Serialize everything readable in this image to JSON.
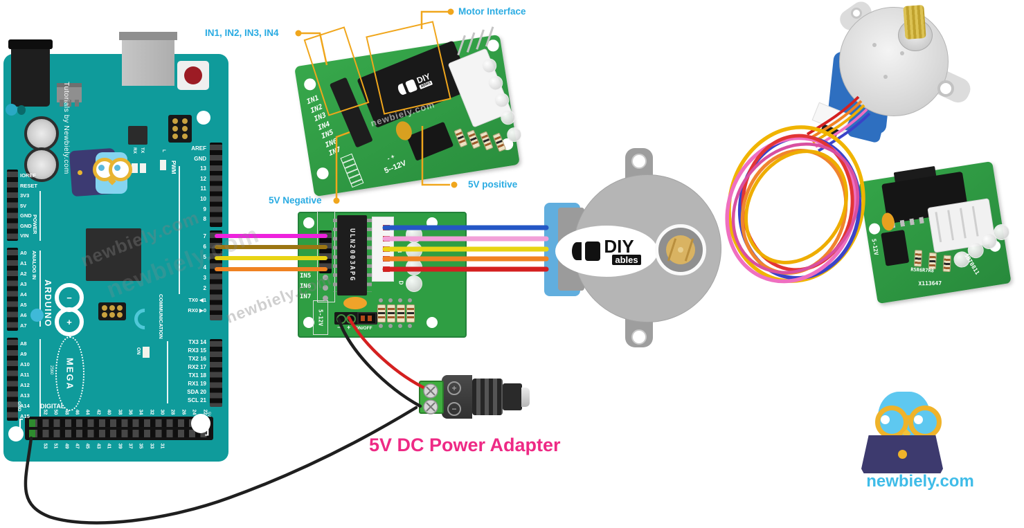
{
  "annotations": {
    "in_pins_label": "IN1, IN2, IN3, IN4",
    "motor_interface_label": "Motor Interface",
    "five_v_negative_label": "5V Negative",
    "five_v_positive_label": "5V positive",
    "power_adapter_label": "5V DC Power Adapter"
  },
  "watermark_text": "newbiely.com",
  "site_logo_text": "newbiely.com",
  "arduino": {
    "tutorials_text": "Tutorials by Newbiely.com",
    "brand": "ARDUINO",
    "trademark": "™",
    "model": "MEGA",
    "chip_number": "2560",
    "minus": "−",
    "plus": "+",
    "tx": "TX",
    "rx": "RX",
    "l": "L",
    "on": "ON",
    "pwm": "PWM",
    "power_section": "POWER",
    "analog_section": "ANALOG IN",
    "communication_section": "COMMUNICATION",
    "digital_section": "DIGITAL",
    "gnd_bottom": "GND",
    "five_v_edge": "5V",
    "left_power_pins": [
      "IOREF",
      "RESET",
      "3V3",
      "5V",
      "GND",
      "GND",
      "VIN"
    ],
    "analog_pins_a": [
      "A0",
      "A1",
      "A2",
      "A3",
      "A4",
      "A5",
      "A6",
      "A7"
    ],
    "analog_pins_b": [
      "A8",
      "A9",
      "A10",
      "A11",
      "A12",
      "A13",
      "A14",
      "A15"
    ],
    "right_pins_a": [
      "AREF",
      "GND",
      "13",
      "12",
      "11",
      "10",
      "9",
      "8"
    ],
    "right_pins_b": [
      "7",
      "6",
      "5",
      "4",
      "3",
      "2"
    ],
    "serial_pins": [
      "TX0 ◀1",
      "RX0 ▶0"
    ],
    "comm_pins": [
      "TX3 14",
      "RX3 15",
      "TX2 16",
      "RX2 17",
      "TX1 18",
      "RX1 19",
      "SDA 20",
      "SCL 21"
    ],
    "digital_top_pins": [
      "52",
      "50",
      "48",
      "46",
      "44",
      "42",
      "40",
      "38",
      "36",
      "34",
      "32",
      "30",
      "28",
      "26",
      "24",
      "22"
    ],
    "digital_bottom_pins": [
      "53",
      "51",
      "49",
      "47",
      "45",
      "43",
      "41",
      "39",
      "37",
      "35",
      "33",
      "31"
    ]
  },
  "driver_photo_top": {
    "in_labels": [
      "IN1",
      "IN2",
      "IN3",
      "IN4",
      "IN5",
      "IN6",
      "IN7"
    ],
    "voltage_text": "5--12V",
    "polarity_text": "-   +",
    "logo_diy": "DIY",
    "logo_ables": "ables"
  },
  "driver_board": {
    "chip_text": "ULN2003APG",
    "extra_in_labels": [
      "IN5",
      "IN6",
      "IN7"
    ],
    "voltage_text": "5-12V",
    "minus": "−",
    "plus": "+",
    "onoff_text": "ON/OFF",
    "led_b": "B",
    "led_d": "D"
  },
  "driver_photo_right": {
    "voltage_text": "5-12V",
    "resistor_labels": "R5R6R7R8",
    "silk_id_1": "X113647",
    "silk_id_2": "SBT0811"
  },
  "motor": {
    "logo_diy": "DIY",
    "logo_ables": "ables"
  },
  "colors": {
    "arduino_teal": "#0f9b9b",
    "pcb_green": "#2f9e43",
    "label_cyan": "#29abe2",
    "callout_yellow": "#f0a61c",
    "adapter_pink": "#ee2a85",
    "logo_cyan": "#3fbce8",
    "wire_magenta": "#ee22dd",
    "wire_olive": "#9b7612",
    "wire_yellow": "#e8d414",
    "wire_orange": "#f08222",
    "wire_blue": "#2457c5",
    "wire_pink": "#f2a0d8",
    "wire_red": "#d42020",
    "wire_black": "#1f1f1f"
  }
}
